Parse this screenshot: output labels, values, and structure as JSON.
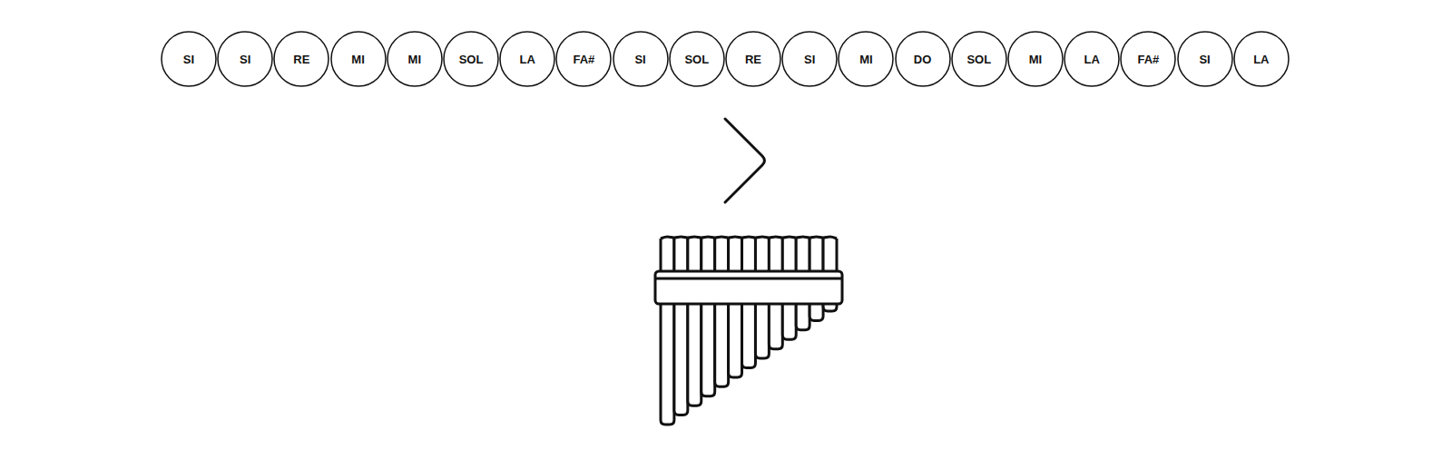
{
  "diagram": {
    "nodes": [
      {
        "text": [
          "SI"
        ]
      },
      {
        "text": [
          "SI"
        ]
      },
      {
        "text": [
          "RE"
        ]
      },
      {
        "text": [
          "MI"
        ]
      },
      {
        "text": [
          "MI"
        ]
      },
      {
        "text": [
          "SOL"
        ]
      },
      {
        "text": [
          "LA"
        ]
      },
      {
        "text": [
          "FA#"
        ]
      },
      {
        "text": [
          "SI"
        ]
      },
      {
        "text": [
          "SOL"
        ]
      },
      {
        "text": [
          "RE"
        ]
      },
      {
        "text": [
          "SI"
        ]
      },
      {
        "text": [
          "MI"
        ]
      },
      {
        "text": [
          "DO"
        ]
      },
      {
        "text": [
          "SOL"
        ]
      },
      {
        "text": [
          "MI"
        ]
      },
      {
        "text": [
          "LA"
        ]
      },
      {
        "text": [
          "FA#"
        ]
      },
      {
        "text": [
          "SI"
        ]
      },
      {
        "text": [
          "LA"
        ]
      }
    ]
  }
}
